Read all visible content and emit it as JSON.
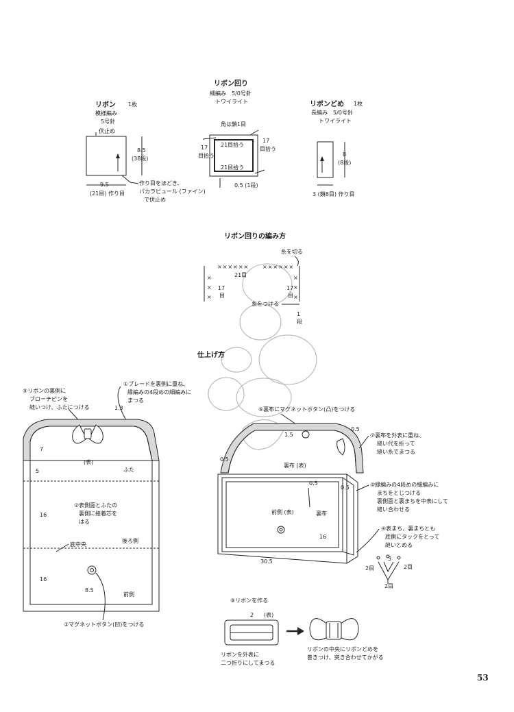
{
  "ribbon": {
    "title": "リボン",
    "count": "1枚",
    "pattern": "模様編み",
    "needle": "5号針",
    "bind_off": "伏止め",
    "height": "8.5",
    "rows": "(38段)",
    "width": "9.5",
    "chain_start": "(21目) 作り目",
    "note_line1": "作り目をほどき、",
    "note_line2": "パカラピュール (ファイン)",
    "note_line3": "で伏止め"
  },
  "ribbon_edge": {
    "title": "リボン回り",
    "pattern": "細編み　5/0号針",
    "yarn": "トワイライト",
    "corner": "角は鎖1目",
    "pick_top": "21目拾う",
    "pick_bottom": "21目拾う",
    "left_num": "17",
    "left_txt": "目拾う",
    "right_num": "17",
    "right_txt": "目拾う",
    "depth": "0.5 (1段)"
  },
  "ribbon_stopper": {
    "title": "リボンどめ",
    "count": "1枚",
    "pattern": "長編み　5/0号針",
    "yarn": "トワイライト",
    "height": "8",
    "rows": "(8段)",
    "chain_start": "3 (鎖8目) 作り目"
  },
  "edge_method": {
    "title": "リボン回りの編み方",
    "cut_yarn": "糸を切る",
    "top_count": "21目",
    "left_num": "17",
    "left_unit": "目",
    "right_num": "17",
    "right_unit": "目",
    "attach_yarn": "糸をつける",
    "one_row_num": "1",
    "one_row_unit": "段"
  },
  "finishing": {
    "title": "仕上げ方",
    "step9_l1": "⑨リボンの裏側に",
    "step9_l2": "ブローチピンを",
    "step9_l3": "縫いつけ、ふたにつける",
    "step1_l1": "①ブレードを裏側に重ね、",
    "step1_l2": "縁編みの4段めの細編みに",
    "step1_l3": "まつる",
    "dim_13": "1.3",
    "dim_7": "7",
    "dim_5": "5",
    "dim_16a": "16",
    "dim_16b": "16",
    "dim_85": "8.5",
    "front_label": "(表)",
    "flap": "ふた",
    "step2_l1": "②表側面とふたの",
    "step2_l2": "裏側に接着芯を",
    "step2_l3": "はる",
    "back_side": "後ろ側",
    "bottom_center": "底中央",
    "front_side": "前側",
    "step3": "③マグネットボタン(凹)をつける",
    "step6": "⑥裏布にマグネットボタン(凸)をつける",
    "dim_15": "1.5",
    "dim_05a": "0.5",
    "dim_05b": "0.5",
    "dim_05c": "0.5",
    "dim_05d": "0.5",
    "lining_face": "裏布 (表)",
    "front_face": "前側 (表)",
    "lining": "裏布",
    "dim_16c": "16",
    "dim_305": "30.5",
    "step7_l1": "⑦裏布を外表に重ね、",
    "step7_l2": "縫い代を折って",
    "step7_l3": "縫い糸でまつる",
    "step5_l1": "⑤縁編みの4段めの細編みに",
    "step5_l2": "まちをとじつける",
    "step5_l3": "裏側面と裏まちを中表にして",
    "step5_l4": "縫い合わせる",
    "step4_l1": "④表まち、裏まちとも",
    "step4_l2": "底側にタックをとって",
    "step4_l3": "縫いとめる",
    "tuck_3": "3",
    "tuck_2l": "2目",
    "tuck_2r": "2目",
    "tuck_2b": "2目",
    "step8": "⑧リボンを作る",
    "bow_2": "2",
    "bow_face": "(表)",
    "bow_l1": "リボンを外表に",
    "bow_l2": "二つ折りにしてまつる",
    "bow_r1": "リボンの中央にリボンどめを",
    "bow_r2": "巻きつけ、突き合わせてかがる"
  },
  "page_number": "53"
}
